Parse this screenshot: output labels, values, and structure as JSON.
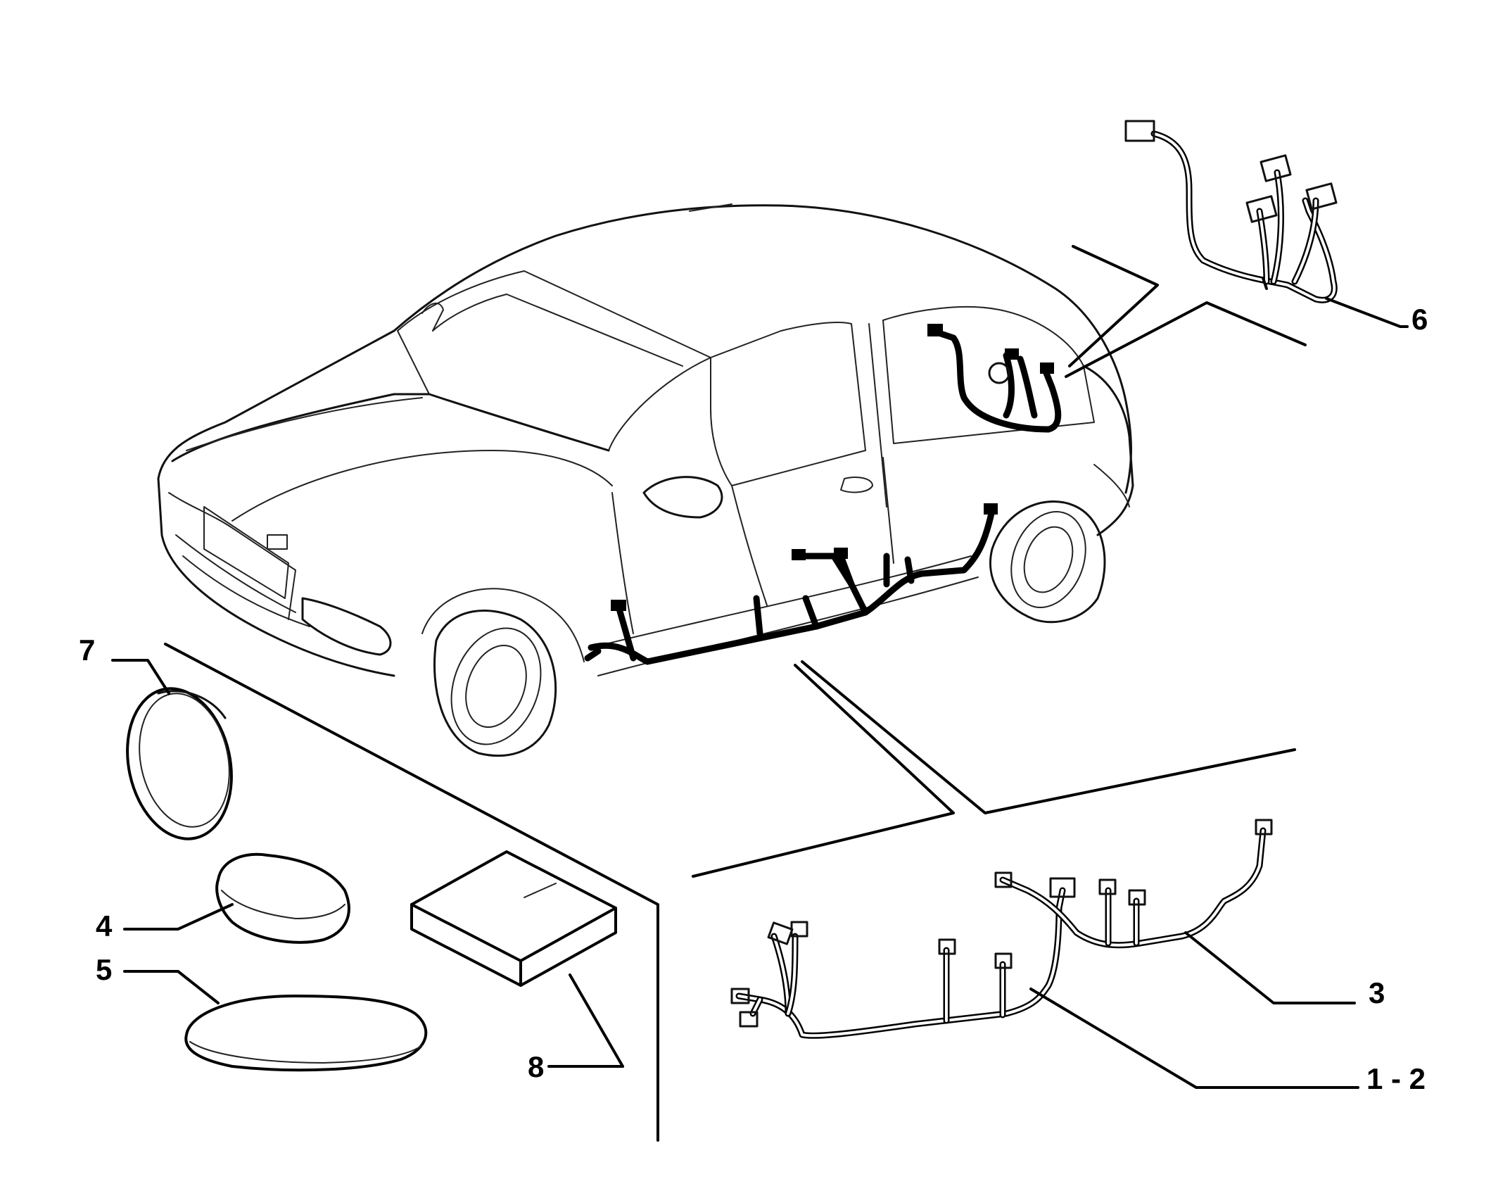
{
  "callouts": {
    "c7": "7",
    "c6": "6",
    "c4": "4",
    "c5": "5",
    "c8": "8",
    "c3": "3",
    "c12": "1 - 2"
  },
  "colors": {
    "line": "#000000",
    "background": "#ffffff"
  }
}
